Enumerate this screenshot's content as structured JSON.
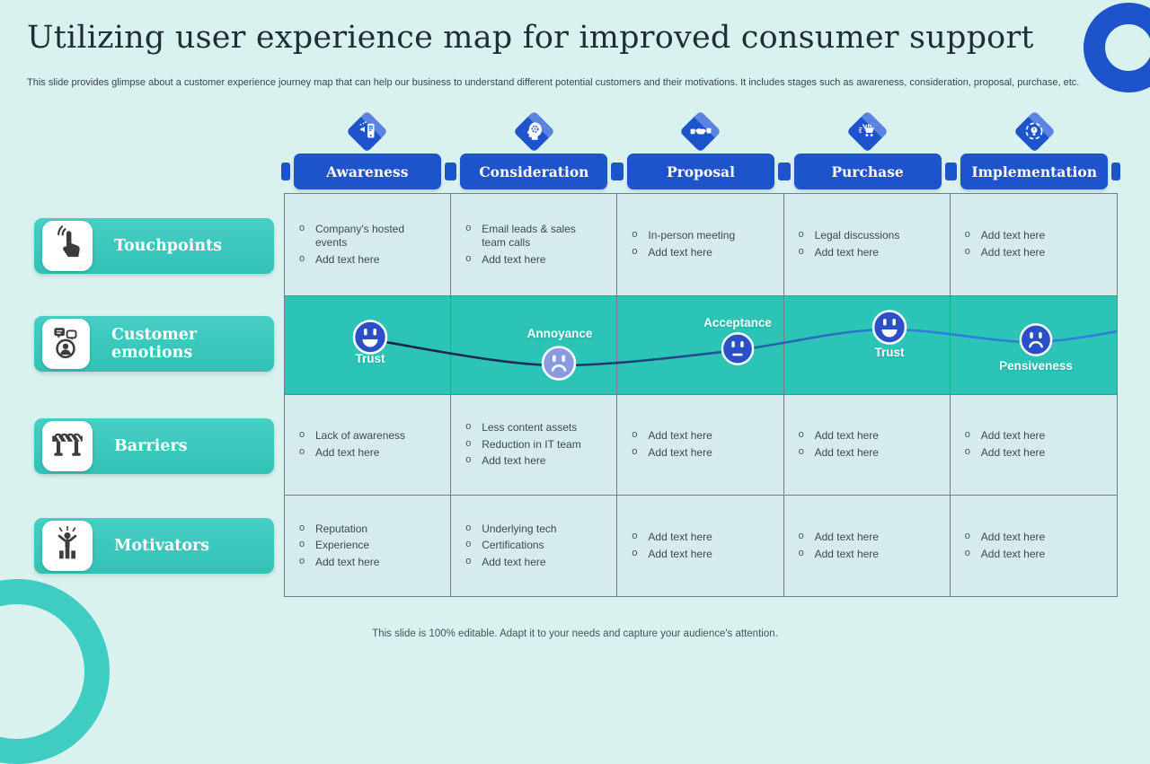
{
  "slide": {
    "title": "Utilizing user experience map for improved consumer support",
    "description": "This slide provides glimpse about a customer experience journey map that can help our business to understand different potential customers and their motivations. It includes stages such as awareness, consideration, proposal, purchase, etc.",
    "footer_note": "This slide is 100% editable. Adapt it to your needs and capture your audience's attention."
  },
  "stages": [
    {
      "label": "Awareness",
      "icon": "mobile-campaign-icon"
    },
    {
      "label": "Consideration",
      "icon": "thinking-head-icon"
    },
    {
      "label": "Proposal",
      "icon": "handshake-icon"
    },
    {
      "label": "Purchase",
      "icon": "shopping-cart-icon"
    },
    {
      "label": "Implementation",
      "icon": "idea-process-icon"
    }
  ],
  "categories": [
    {
      "label": "Touchpoints",
      "icon": "touch-tap-icon"
    },
    {
      "label": "Customer emotions",
      "icon": "customer-feedback-icon"
    },
    {
      "label": "Barriers",
      "icon": "roadblock-icon"
    },
    {
      "label": "Motivators",
      "icon": "growth-celebration-icon"
    }
  ],
  "touchpoints": [
    [
      "Company's hosted events",
      "Add text here"
    ],
    [
      "Email leads & sales team calls",
      "Add text here"
    ],
    [
      "In-person meeting",
      "Add text here"
    ],
    [
      "Legal discussions",
      "Add text here"
    ],
    [
      "Add text here",
      "Add text here"
    ]
  ],
  "emotions": [
    {
      "label": "Trust",
      "face": "smile",
      "label_position": "below"
    },
    {
      "label": "Annoyance",
      "face": "frown",
      "label_position": "above"
    },
    {
      "label": "Acceptance",
      "face": "neutral",
      "label_position": "above"
    },
    {
      "label": "Trust",
      "face": "smile",
      "label_position": "below"
    },
    {
      "label": "Pensiveness",
      "face": "frown",
      "label_position": "below"
    }
  ],
  "barriers": [
    [
      "Lack of awareness",
      "Add text here"
    ],
    [
      "Less content assets",
      "Reduction in IT team",
      "Add text here"
    ],
    [
      "Add text here",
      "Add text here"
    ],
    [
      "Add text here",
      "Add text here"
    ],
    [
      "Add text here",
      "Add text here"
    ]
  ],
  "motivators": [
    [
      "Reputation",
      "Experience",
      "Add text here"
    ],
    [
      "Underlying tech",
      "Certifications",
      "Add text here"
    ],
    [
      "Add text here",
      "Add text here"
    ],
    [
      "Add text here",
      "Add text here"
    ],
    [
      "Add text here",
      "Add text here"
    ]
  ],
  "colors": {
    "accent_blue": "#1d53cb",
    "accent_teal": "#3bcabf",
    "emotion_row_teal": "#2cc4b7",
    "face_blue": "#2b4fc7",
    "face_light_blue": "#8a9ae2",
    "cell_bg": "#d6ebec",
    "slide_bg": "#d9f2f0"
  }
}
